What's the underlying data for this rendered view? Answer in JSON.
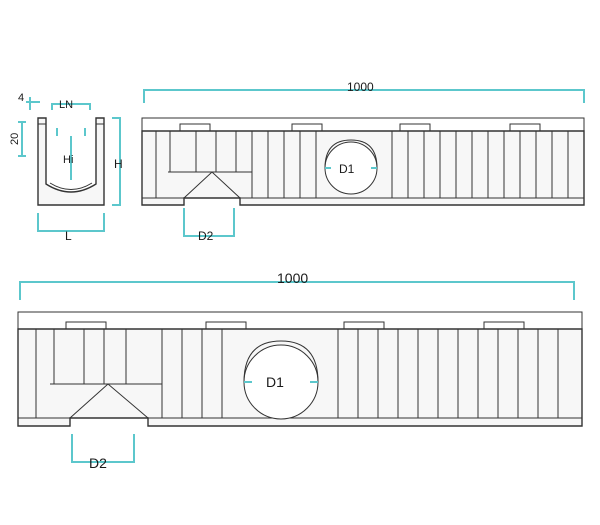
{
  "colors": {
    "dimension": "#5cc7cc",
    "outline": "#333333",
    "fill": "#f7f7f7"
  },
  "section": {
    "lbl_4": "4",
    "lbl_ln": "LN",
    "lbl_20": "20",
    "lbl_hi": "Hi",
    "lbl_h": "H",
    "lbl_l": "L"
  },
  "upper_view": {
    "length": "1000",
    "d1": "D1",
    "d2": "D2"
  },
  "lower_view": {
    "length": "1000",
    "d1": "D1",
    "d2": "D2"
  }
}
